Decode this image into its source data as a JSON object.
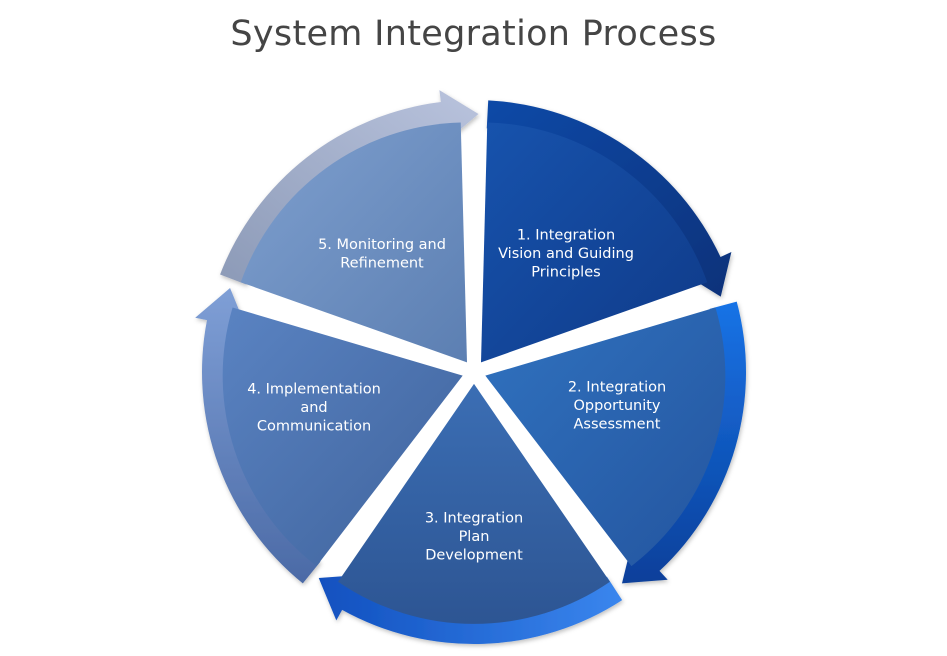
{
  "title": "System Integration Process",
  "steps": [
    {
      "lines": [
        "1. Integration",
        "Vision and Guiding",
        "Principles"
      ],
      "color": "#15439a"
    },
    {
      "lines": [
        "2. Integration",
        "Opportunity",
        "Assessment"
      ],
      "color": "#2c64b2"
    },
    {
      "lines": [
        "3. Integration",
        "Plan",
        "Development"
      ],
      "color": "#345f9e"
    },
    {
      "lines": [
        "4. Implementation",
        "and",
        "Communication"
      ],
      "color": "#4d72ab"
    },
    {
      "lines": [
        "5. Monitoring and",
        "Refinement"
      ],
      "color": "#6d8fbf"
    }
  ],
  "arrow_colors": [
    "#0b3f93",
    "#0a55c8",
    "#1a63d8",
    "#6d8cc6",
    "#a3b0cf"
  ]
}
